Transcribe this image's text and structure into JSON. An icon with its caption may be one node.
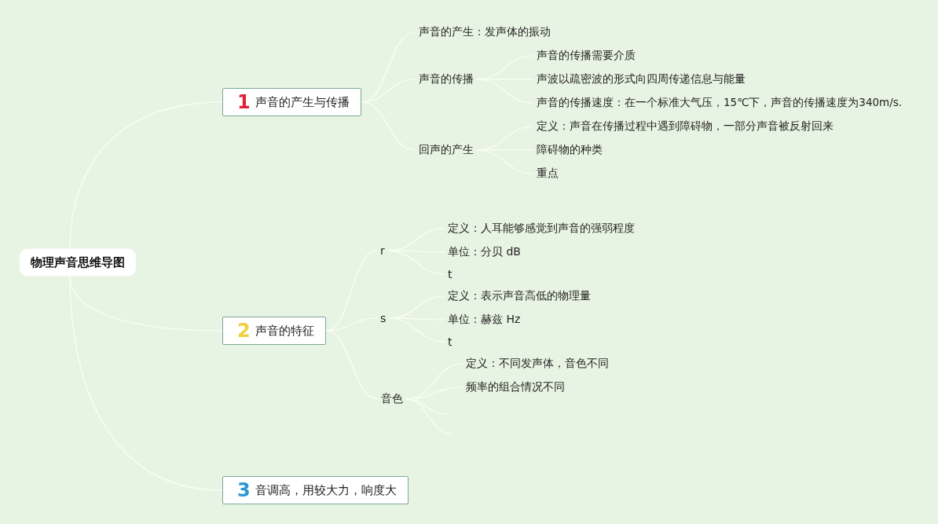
{
  "diagram": {
    "nodes": [
      {
        "text": [
          "物理声音思维导图"
        ]
      },
      {
        "text": [
          "1",
          "声音的产生与传播"
        ]
      },
      {
        "text": [
          "声音的产生：发声体的振动"
        ]
      },
      {
        "text": [
          "声音的传播"
        ]
      },
      {
        "text": [
          "声音的传播需要介质"
        ]
      },
      {
        "text": [
          "声波以疏密波的形式向四周传递信息与能量"
        ]
      },
      {
        "text": [
          "声音的传播速度：在一个标准大气压，15℃下，声音的传播速度为340m/s."
        ]
      },
      {
        "text": [
          "回声的产生"
        ]
      },
      {
        "text": [
          "定义：声音在传播过程中遇到障碍物，一部分声音被反射回来"
        ]
      },
      {
        "text": [
          "障碍物的种类"
        ]
      },
      {
        "text": [
          "重点"
        ]
      },
      {
        "text": [
          "2",
          "声音的特征"
        ]
      },
      {
        "text": [
          "r"
        ]
      },
      {
        "text": [
          "定义：人耳能够感觉到声音的强弱程度"
        ]
      },
      {
        "text": [
          "单位：分贝 dB"
        ]
      },
      {
        "text": [
          "t"
        ]
      },
      {
        "text": [
          "s"
        ]
      },
      {
        "text": [
          "定义：表示声音高低的物理量"
        ]
      },
      {
        "text": [
          "单位：赫兹 Hz"
        ]
      },
      {
        "text": [
          "t"
        ]
      },
      {
        "text": [
          "音色"
        ]
      },
      {
        "text": [
          "定义：不同发声体，音色不同"
        ]
      },
      {
        "text": [
          "频率的组合情况不同"
        ]
      },
      {
        "text": [
          "3",
          "音调高，用较大力，响度大"
        ]
      }
    ],
    "edges": [
      {
        "from": 0,
        "to": 1,
        "arrow": "none"
      },
      {
        "from": 0,
        "to": 11,
        "arrow": "none"
      },
      {
        "from": 0,
        "to": 23,
        "arrow": "none"
      },
      {
        "from": 1,
        "to": 2,
        "arrow": "none"
      },
      {
        "from": 1,
        "to": 3,
        "arrow": "none"
      },
      {
        "from": 1,
        "to": 7,
        "arrow": "none"
      },
      {
        "from": 3,
        "to": 4,
        "arrow": "none"
      },
      {
        "from": 3,
        "to": 5,
        "arrow": "none"
      },
      {
        "from": 3,
        "to": 6,
        "arrow": "none"
      },
      {
        "from": 7,
        "to": 8,
        "arrow": "none"
      },
      {
        "from": 7,
        "to": 9,
        "arrow": "none"
      },
      {
        "from": 7,
        "to": 10,
        "arrow": "none"
      },
      {
        "from": 11,
        "to": 12,
        "arrow": "none"
      },
      {
        "from": 11,
        "to": 16,
        "arrow": "none"
      },
      {
        "from": 11,
        "to": 20,
        "arrow": "none"
      },
      {
        "from": 12,
        "to": 13,
        "arrow": "none"
      },
      {
        "from": 12,
        "to": 14,
        "arrow": "none"
      },
      {
        "from": 12,
        "to": 15,
        "arrow": "none"
      },
      {
        "from": 16,
        "to": 17,
        "arrow": "none"
      },
      {
        "from": 16,
        "to": 18,
        "arrow": "none"
      },
      {
        "from": 16,
        "to": 19,
        "arrow": "none"
      },
      {
        "from": 20,
        "to": 21,
        "arrow": "none"
      },
      {
        "from": 20,
        "to": 22,
        "arrow": "none"
      },
      {
        "from": 20,
        "to": null,
        "arrow": "none"
      },
      {
        "from": 20,
        "to": null,
        "arrow": "none"
      }
    ]
  }
}
